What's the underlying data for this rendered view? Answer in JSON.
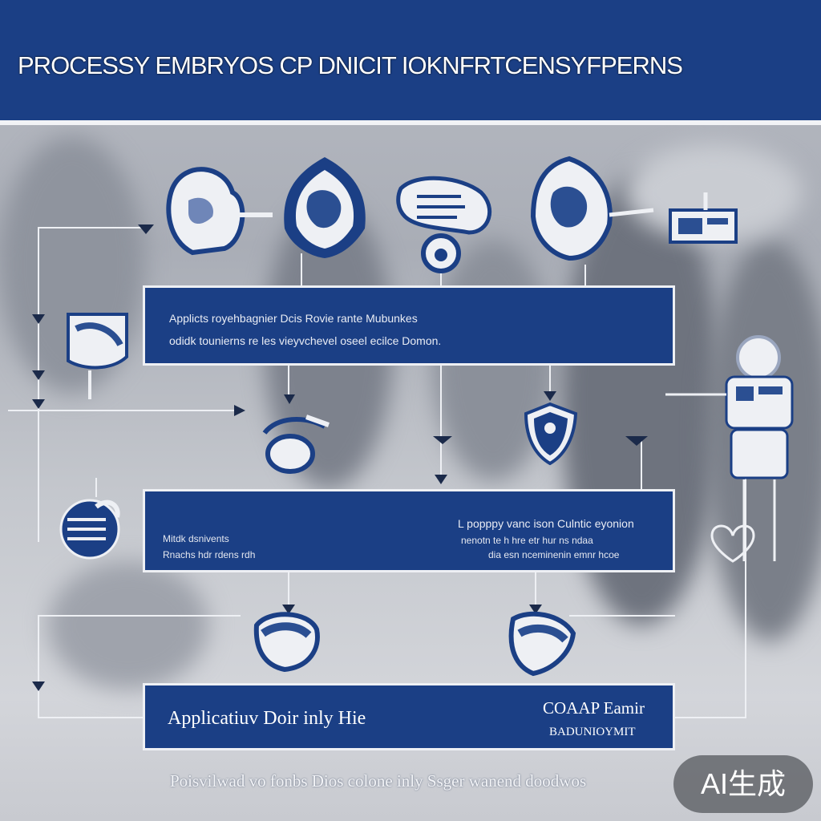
{
  "header": {
    "title": "PROCESSY EMBRYOS CP DNICIT IOKNFRTCENSYFPERNSEBBL"
  },
  "box1": {
    "bullets": [
      "Applicts royehbagnier Dcis Rovie rante Mubunkes",
      "odidk tounierns re les vieyvchevel oseel ecilce Domon."
    ]
  },
  "box2": {
    "left_lines": [
      "Mitdk dsnivents",
      "Rnachs hdr rdens rdh"
    ],
    "right_heading": "L popppy vanc ison Culntic eyonion",
    "right_lines": [
      "nenotn te h hre etr hur ns ndaa",
      "dia esn nceminenin emnr hcoe"
    ]
  },
  "box3": {
    "main": "Applicatiuv Doir inly Hie",
    "right_top": "COAAP Eamir",
    "right_bottom": "BADUNIOYMIT"
  },
  "footer": {
    "text": "Poisvilwad vo fonbs Dios colone inly Ssger wanend doodwos"
  },
  "watermark": {
    "label": "AI生成"
  },
  "colors": {
    "primary": "#1b3f85",
    "border": "#eef0f4"
  },
  "icons": [
    "brain-hand-icon",
    "brain-shield-icon",
    "hand-brain-icon",
    "mind-map-icon",
    "device-icon",
    "document-icon",
    "mind-bowl-icon",
    "shield-figure-icon",
    "robot-figure-icon",
    "brain-circle-icon",
    "hand-care-icon",
    "shield-hand-icon",
    "heart-icon"
  ]
}
